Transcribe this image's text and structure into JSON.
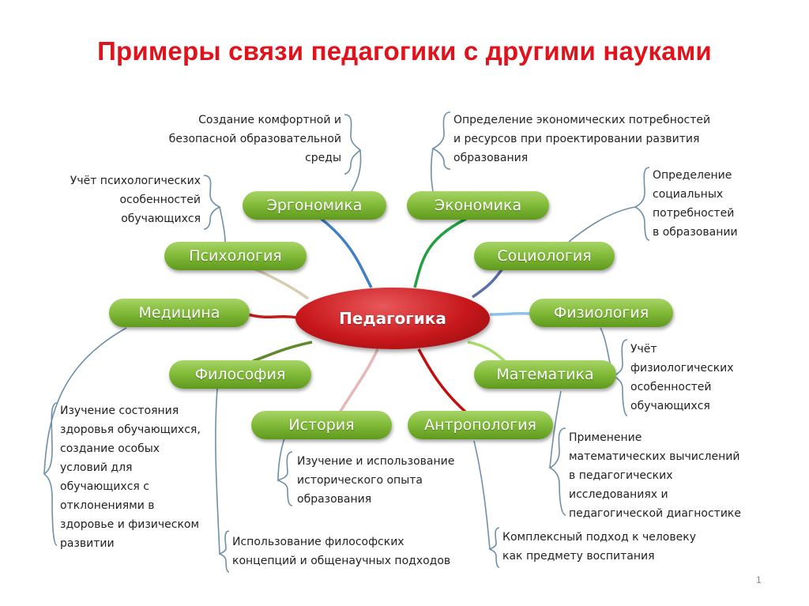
{
  "title": "Примеры связи педагогики с другими науками",
  "center": "Педагогика",
  "sciences": {
    "ergonomics": "Эргономика",
    "economics": "Экономика",
    "psychology": "Психология",
    "sociology": "Социология",
    "medicine": "Медицина",
    "physiology": "Физиология",
    "philosophy": "Философия",
    "mathematics": "Математика",
    "history": "История",
    "anthropology": "Антропология"
  },
  "notes": {
    "ergonomics": [
      "Создание комфортной и",
      "безопасной образовательной",
      "среды"
    ],
    "economics": [
      "Определение экономических потребностей",
      "и ресурсов при проектировании развития",
      "образования"
    ],
    "psychology": [
      "Учёт психологических",
      "особенностей",
      "обучающихся"
    ],
    "sociology": [
      "Определение",
      "социальных",
      "потребностей",
      "в образовании"
    ],
    "physiology": [
      "Учёт",
      "физиологических",
      "особенностей",
      "обучающихся"
    ],
    "medicine": [
      "Изучение состояния",
      "здоровья обучающихся,",
      "создание особых",
      "условий для",
      "обучающихся  с",
      "отклонениями в",
      "здоровье и физическом",
      "развитии"
    ],
    "mathematics": [
      "Применение",
      "математических вычислений",
      "в педагогических",
      "исследованиях и",
      "педагогической диагностике"
    ],
    "history": [
      "Изучение и использование",
      "исторического опыта",
      "образования"
    ],
    "philosophy": [
      "Использование философских",
      "концепций и общенаучных подходов"
    ],
    "anthropology": [
      "Комплексный подход к человеку",
      "как предмету воспитания"
    ]
  },
  "page_number": "1",
  "colors": {
    "title": "#e0121b",
    "pill": "#84bc3b",
    "center": "#c8181c",
    "bracket": "#6f8fa8"
  }
}
